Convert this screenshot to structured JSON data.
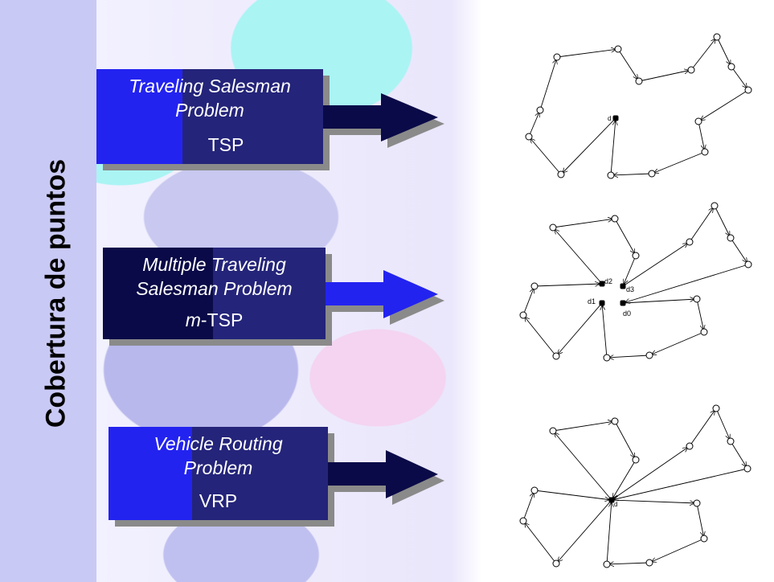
{
  "title": "Cobertura de puntos",
  "problems": [
    {
      "name_line1": "Traveling Salesman",
      "name_line2": "Problem",
      "abbr": "TSP",
      "abbr_prefix": ""
    },
    {
      "name_line1": "Multiple Traveling",
      "name_line2": "Salesman Problem",
      "abbr": "-TSP",
      "abbr_prefix": "m"
    },
    {
      "name_line1": "Vehicle Routing",
      "name_line2": "Problem",
      "abbr": "VRP",
      "abbr_prefix": ""
    }
  ],
  "diagrams": {
    "tsp": {
      "depot_label": "d"
    },
    "mtsp": {
      "depot_labels": [
        "d0",
        "d1",
        "d2",
        "d3"
      ]
    },
    "vrp": {
      "depot_label": "d"
    }
  },
  "colors": {
    "bright_blue": "#2323f0",
    "navy": "#24247a",
    "dark_navy": "#0a0a48"
  }
}
